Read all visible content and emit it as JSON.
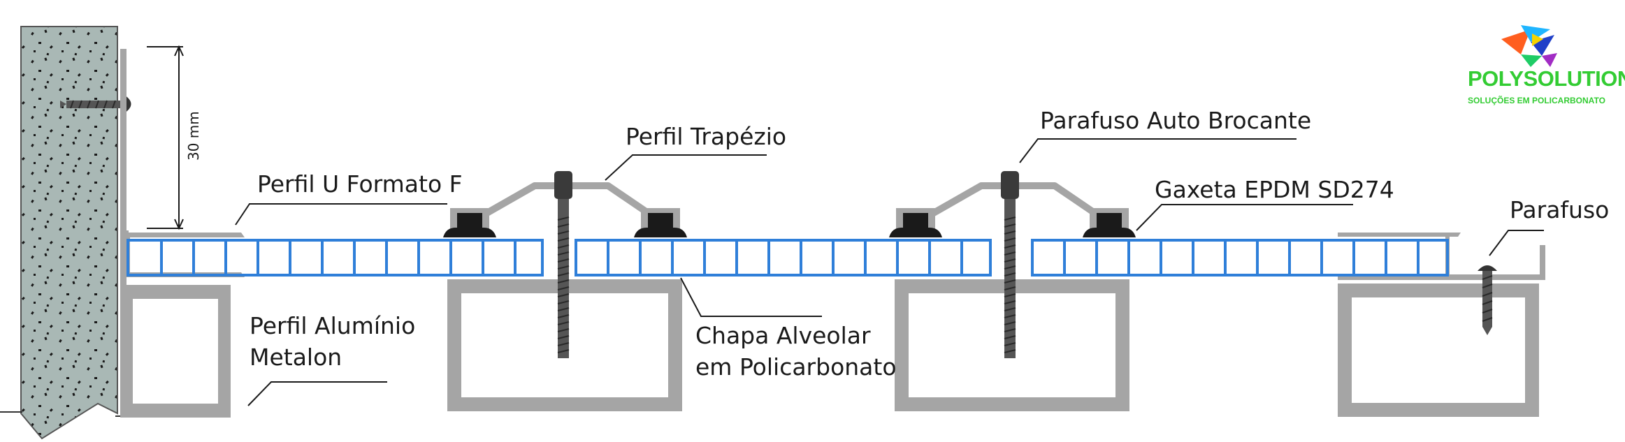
{
  "labels": {
    "dimension": "30 mm",
    "perfil_u": "Perfil U Formato F",
    "perfil_trapezio": "Perfil Trapézio",
    "parafuso_auto": "Parafuso Auto Brocante",
    "gaxeta": "Gaxeta  EPDM SD274",
    "parafuso": "Parafuso",
    "perfil_aluminio_1": "Perfil Alumínio",
    "perfil_aluminio_2": "Metalon",
    "chapa_1": "Chapa Alveolar",
    "chapa_2": "em Policarbonato"
  },
  "logo": {
    "name": "POLYSOLUTION",
    "tagline": "SOLUÇÕES EM POLICARBONATO"
  },
  "colors": {
    "polycarbonate": "#2f7fd9",
    "aluminum": "#a5a5a5",
    "wall": "#a9b8b5",
    "gasket": "#1a1a1a",
    "screw": "#4a4a4a",
    "logo_green": "#33cc33"
  }
}
